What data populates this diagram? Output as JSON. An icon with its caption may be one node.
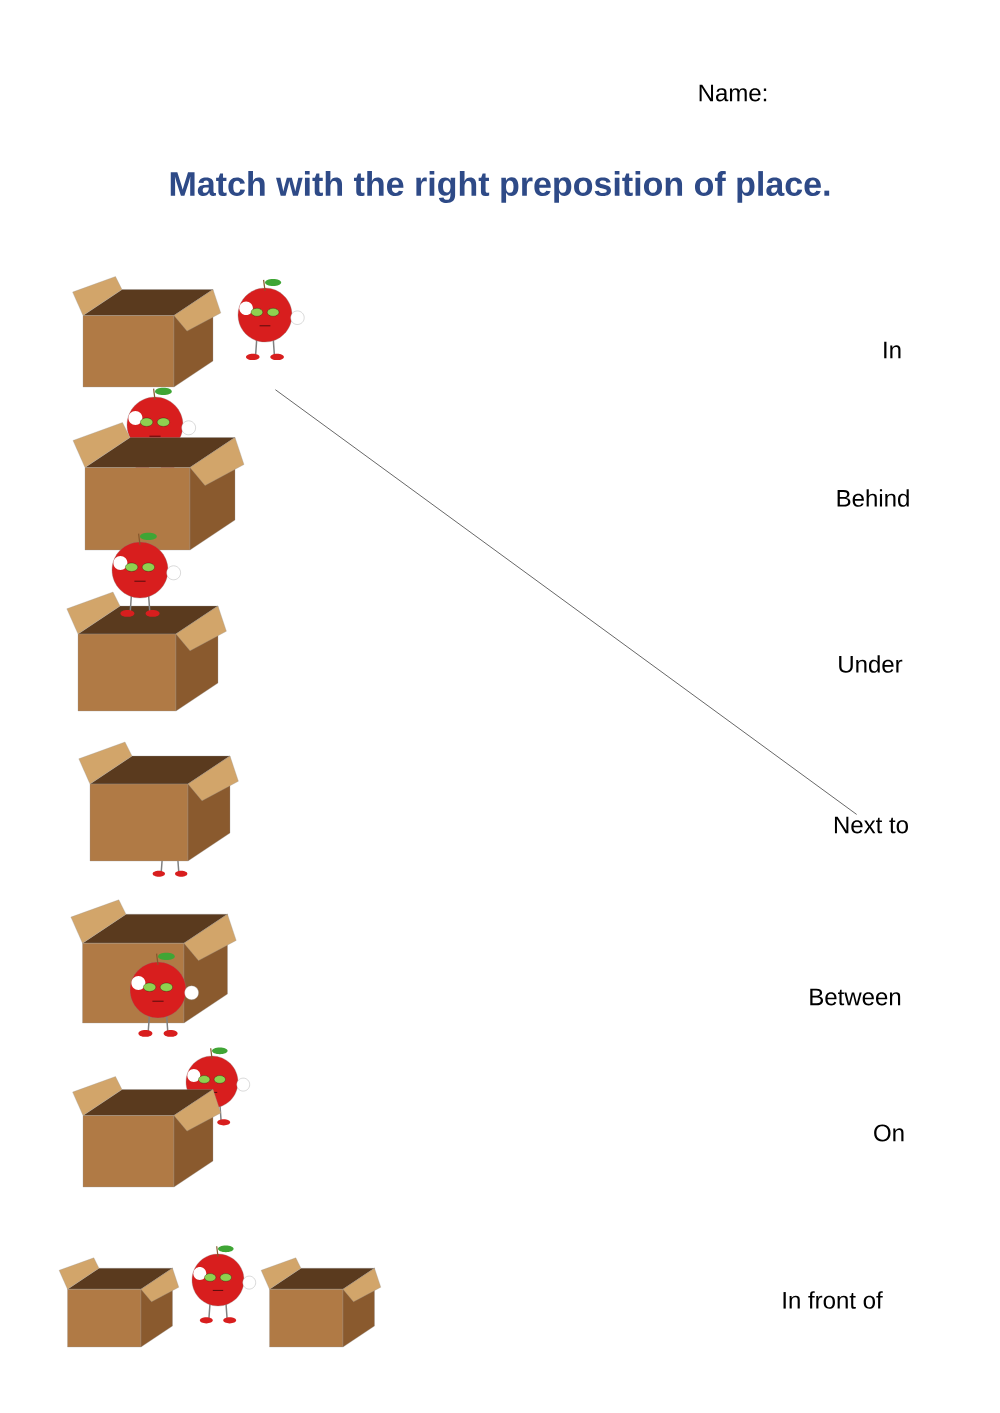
{
  "diagram": {
    "title": "Match with the right preposition of place.",
    "nodes": [
      {
        "text": [],
        "shape": "picture"
      },
      {
        "text": [],
        "shape": "picture"
      },
      {
        "text": [],
        "shape": "picture"
      },
      {
        "text": [],
        "shape": "picture"
      },
      {
        "text": [],
        "shape": "picture"
      },
      {
        "text": [],
        "shape": "picture"
      },
      {
        "text": [],
        "shape": "picture"
      },
      {
        "text": [
          "In"
        ]
      },
      {
        "text": [
          "Behind"
        ]
      },
      {
        "text": [
          "Under"
        ]
      },
      {
        "text": [
          "Next to"
        ]
      },
      {
        "text": [
          "Between"
        ]
      },
      {
        "text": [
          "On"
        ]
      },
      {
        "text": [
          "In front of"
        ]
      }
    ],
    "edges": [
      {
        "from": 0,
        "to": 10,
        "arrow": "none"
      }
    ],
    "labels": [
      "Name:"
    ]
  }
}
